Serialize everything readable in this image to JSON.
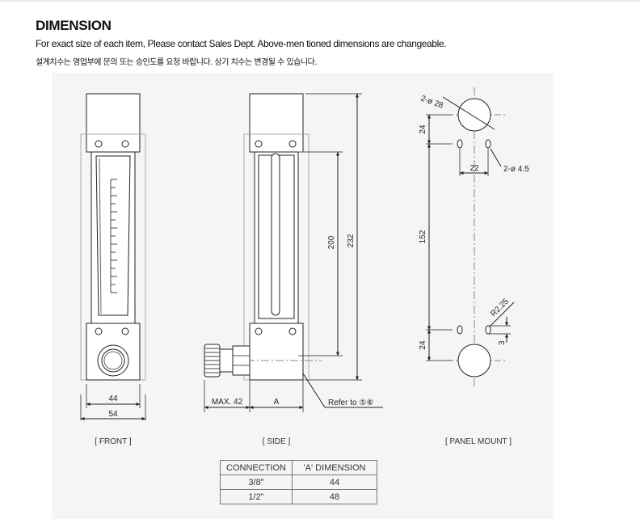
{
  "heading": {
    "title": "DIMENSION",
    "subtitle_en": "For exact size of each item, Please contact Sales Dept. Above-men tioned dimensions are changeable.",
    "subtitle_ko": "설계치수는 영업부에 문의 또는 승인도를 요청 바랍니다. 상기 치수는 변경될 수 있습니다."
  },
  "views": {
    "front": {
      "caption": "[ FRONT ]",
      "dim_inner": "44",
      "dim_outer": "54"
    },
    "side": {
      "caption": "[ SIDE ]",
      "dim_max": "MAX. 42",
      "dim_a": "A",
      "dim_200": "200",
      "dim_232": "232",
      "refer": "Refer to ⑤⑥"
    },
    "panel": {
      "caption": "[ PANEL MOUNT ]",
      "holes_large": "2-ø 28",
      "holes_small": "2-ø 4.5",
      "dim_24_top": "24",
      "dim_22": "22",
      "dim_152": "152",
      "dim_24_bottom": "24",
      "radius": "R2.25",
      "dim_3": "3"
    }
  },
  "table": {
    "headers": [
      "CONNECTION",
      "'A' DIMENSION"
    ],
    "rows": [
      [
        "3/8\"",
        "44"
      ],
      [
        "1/2\"",
        "48"
      ]
    ]
  },
  "colors": {
    "line": "#222222",
    "centerline": "#888888",
    "panel_bg": "#f5f5f5"
  }
}
